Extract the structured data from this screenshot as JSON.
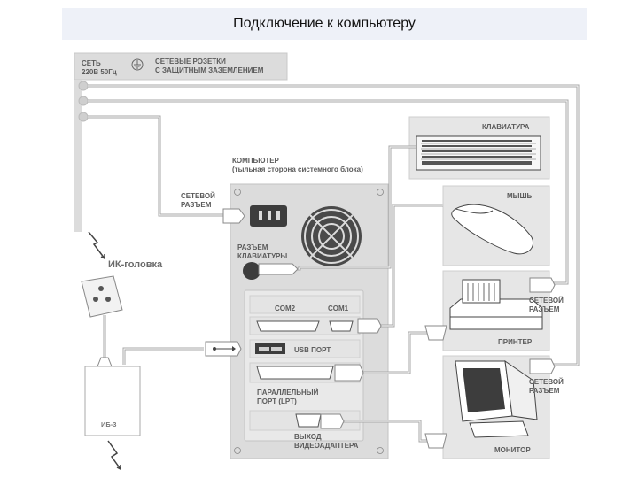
{
  "title": "Подключение к компьютеру",
  "labels": {
    "mains_l1": "СЕТЬ",
    "mains_l2": "220В  50Гц",
    "outlets_l1": "СЕТЕВЫЕ РОЗЕТКИ",
    "outlets_l2": "С ЗАЩИТНЫМ ЗАЗЕМЛЕНИЕМ",
    "computer_l1": "КОМПЬЮТЕР",
    "computer_l2": "(тыльная сторона системного блока)",
    "pc_power_l1": "СЕТЕВОЙ",
    "pc_power_l2": "РАЗЪЕМ",
    "kbd_conn_l1": "РАЗЪЕМ",
    "kbd_conn_l2": "КЛАВИАТУРЫ",
    "keyboard": "КЛАВИАТУРА",
    "mouse": "МЫШЬ",
    "printer_power_l1": "СЕТЕВОЙ",
    "printer_power_l2": "РАЗЪЕМ",
    "printer": "ПРИНТЕР",
    "monitor_power_l1": "СЕТЕВОЙ",
    "monitor_power_l2": "РАЗЪЕМ",
    "monitor": "МОНИТОР",
    "com2": "COM2",
    "com1": "COM1",
    "usb": "USB ПОРТ",
    "lpt_l1": "ПАРАЛЛЕЛЬНЫЙ",
    "lpt_l2": "ПОРТ (LPT)",
    "video_l1": "ВЫХОД",
    "video_l2": "ВИДЕОАДАПТЕРА",
    "ir_head": "ИК-головка",
    "ib3": "ИБ-3"
  },
  "icons": [
    "ground-icon",
    "fan-grille-icon",
    "usb-icon",
    "lightning-icon"
  ],
  "colors": {
    "wire": "#a7a7a7",
    "panel": "#e4e4e4",
    "title_bg": "#eef1f8"
  }
}
